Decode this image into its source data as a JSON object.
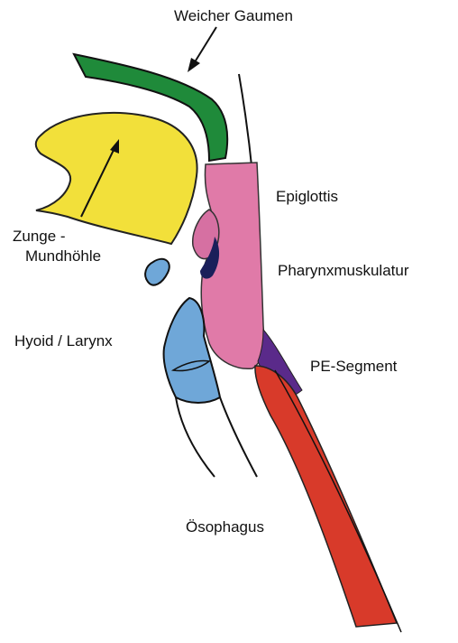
{
  "labels": {
    "soft_palate": "Weicher Gaumen",
    "tongue_line1": "Zunge -",
    "tongue_line2": "Mundhöhle",
    "epiglottis": "Epiglottis",
    "pharynx_muscles": "Pharynxmuskulatur",
    "hyoid_larynx": "Hyoid / Larynx",
    "pe_segment": "PE-Segment",
    "esophagus": "Ösophagus"
  },
  "colors": {
    "soft_palate": "#1f8a3a",
    "tongue": "#f2e03a",
    "pharynx_muscles": "#e07aa8",
    "hyoid_larynx": "#6fa7d8",
    "pe_segment": "#5a2a8a",
    "esophagus": "#d83a2a",
    "outline": "#111111"
  }
}
